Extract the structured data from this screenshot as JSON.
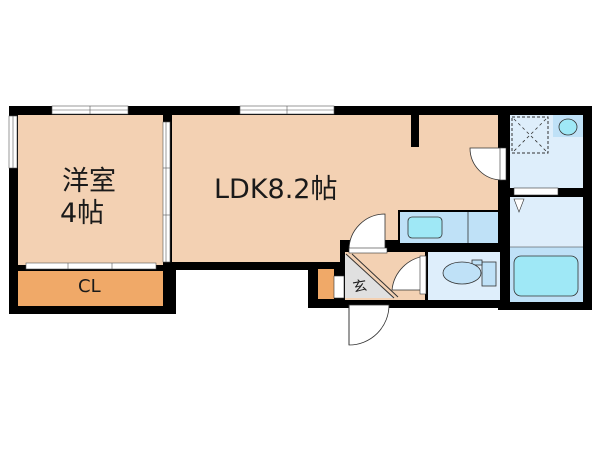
{
  "floorplan": {
    "rooms": {
      "western_room": {
        "name": "洋室",
        "size": "4帖"
      },
      "closet": {
        "label": "CL"
      },
      "ldk": {
        "label": "LDK8.2帖"
      },
      "entrance": {
        "label": "玄"
      }
    },
    "colors": {
      "living_floor": "#f3d1b3",
      "closet_floor": "#f0a968",
      "wet_area_floor": "#deeefb",
      "fixture_blue": "#bfe1f7",
      "fixture_inner": "#9fe8f6",
      "wall": "#000000",
      "entrance_floor": "#e0e0e0"
    }
  }
}
